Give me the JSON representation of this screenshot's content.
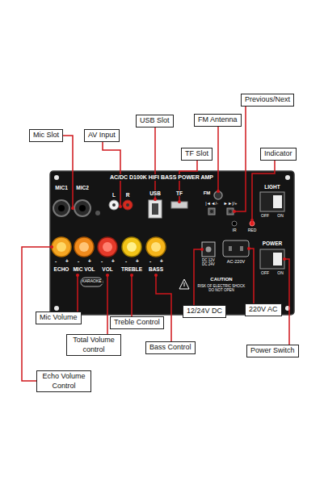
{
  "diagram": {
    "nodes": [
      {
        "text": [
          "Previous/Next"
        ]
      },
      {
        "text": [
          "FM Antenna"
        ]
      },
      {
        "text": [
          "USB Slot"
        ]
      },
      {
        "text": [
          "Mic Slot"
        ]
      },
      {
        "text": [
          "AV Input"
        ]
      },
      {
        "text": [
          "TF Slot"
        ]
      },
      {
        "text": [
          "Indicator"
        ]
      },
      {
        "text": [
          "12/24V DC"
        ]
      },
      {
        "text": [
          "220V AC"
        ]
      },
      {
        "text": [
          "Mic Volume"
        ]
      },
      {
        "text": [
          "Treble Control"
        ]
      },
      {
        "text": [
          "Total Volume control"
        ]
      },
      {
        "text": [
          "Bass Control"
        ]
      },
      {
        "text": [
          "Power Switch"
        ]
      },
      {
        "text": [
          "Echo Volume Control"
        ]
      }
    ],
    "labels": [
      "AC/DC D100K HIFI BASS POWER AMP",
      "MIC1",
      "MIC2",
      "L",
      "R",
      "USB",
      "TF",
      "FM",
      "|◄◄/-",
      "►►|/+",
      "LIGHT",
      "OFF",
      "ON",
      "IR",
      "RED",
      "POWER",
      "OFF",
      "ON",
      "ECHO",
      "MIC VOL",
      "VOL",
      "TREBLE",
      "BASS",
      "-",
      "+",
      "-",
      "+",
      "-",
      "+",
      "-",
      "+",
      "-",
      "+",
      "KARAOKE",
      "DC 12V DC 24V",
      "AC-220V",
      "CAUTION",
      "RISK OF ELECTRIC SHOCK DO NOT OPEN"
    ]
  }
}
